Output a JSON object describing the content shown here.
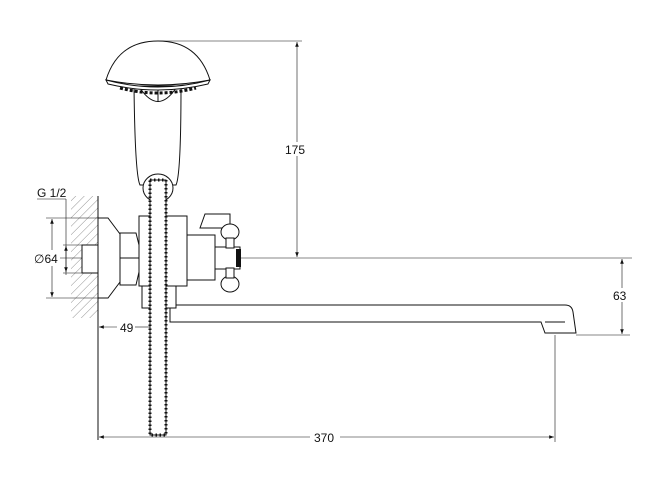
{
  "drawing": {
    "thread_label": "G 1/2",
    "diameter_label": "∅64",
    "shower_height_label": "175",
    "spout_drop_label": "63",
    "wall_offset_label": "49",
    "spout_length_label": "370"
  }
}
